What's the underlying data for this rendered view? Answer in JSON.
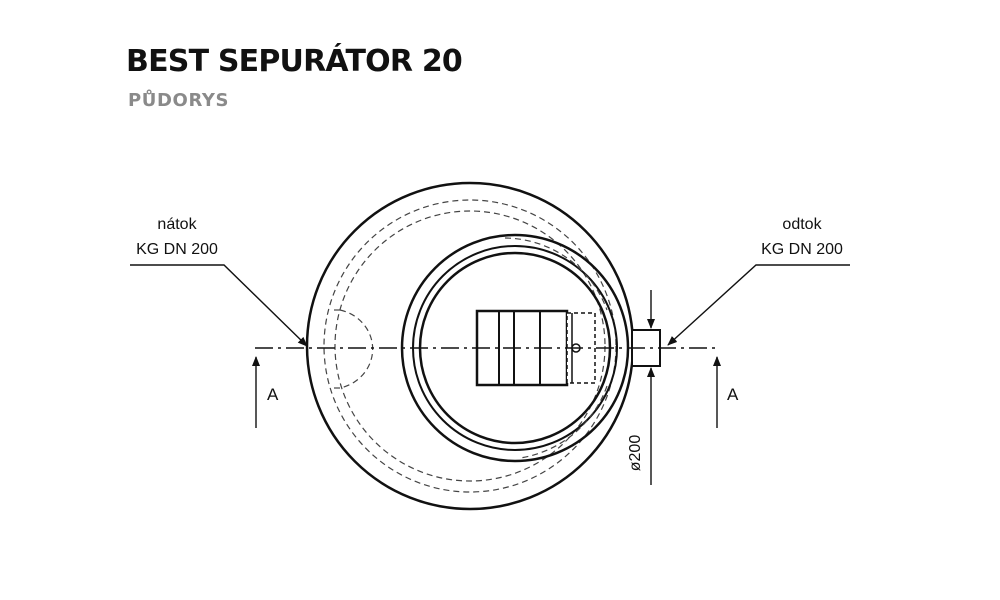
{
  "header": {
    "title": "BEST SEPURÁTOR 20",
    "subtitle": "PŮDORYS"
  },
  "labels": {
    "inlet": {
      "line1": "nátok",
      "line2": "KG DN 200"
    },
    "outlet": {
      "line1": "odtok",
      "line2": "KG DN 200"
    },
    "section_left": "A",
    "section_right": "A",
    "diameter": "ø200"
  },
  "colors": {
    "line": "#111111",
    "dashed": "#444444",
    "subtitle": "#8a8a8a"
  }
}
